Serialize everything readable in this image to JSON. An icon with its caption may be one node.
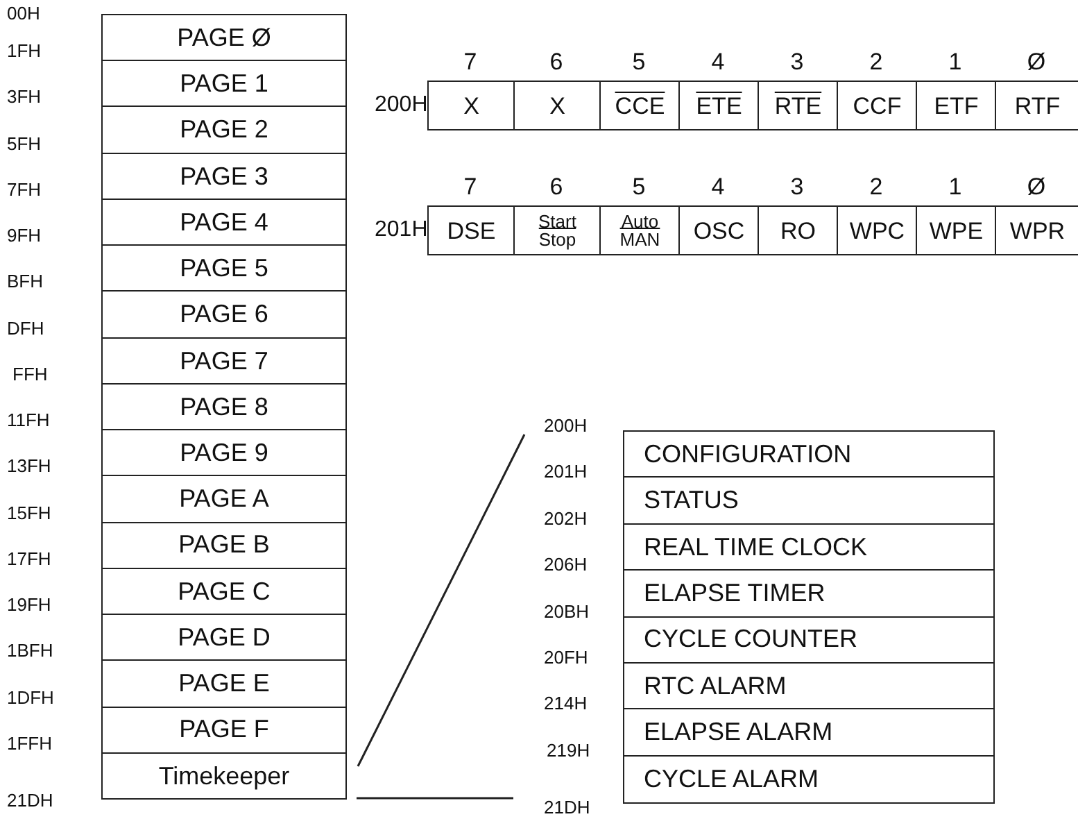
{
  "diagram": {
    "nodes": [
      {
        "text": [
          "PAGE Ø"
        ]
      },
      {
        "text": [
          "PAGE 1"
        ]
      },
      {
        "text": [
          "PAGE 2"
        ]
      },
      {
        "text": [
          "PAGE 3"
        ]
      },
      {
        "text": [
          "PAGE 4"
        ]
      },
      {
        "text": [
          "PAGE 5"
        ]
      },
      {
        "text": [
          "PAGE 6"
        ]
      },
      {
        "text": [
          "PAGE 7"
        ]
      },
      {
        "text": [
          "PAGE 8"
        ]
      },
      {
        "text": [
          "PAGE 9"
        ]
      },
      {
        "text": [
          "PAGE A"
        ]
      },
      {
        "text": [
          "PAGE B"
        ]
      },
      {
        "text": [
          "PAGE C"
        ]
      },
      {
        "text": [
          "PAGE D"
        ]
      },
      {
        "text": [
          "PAGE E"
        ]
      },
      {
        "text": [
          "PAGE F"
        ]
      },
      {
        "text": [
          "Timekeeper"
        ]
      },
      {
        "text": [
          "CONFIGURATION"
        ]
      },
      {
        "text": [
          "STATUS"
        ]
      },
      {
        "text": [
          "REAL TIME CLOCK"
        ]
      },
      {
        "text": [
          "ELAPSE TIMER"
        ]
      },
      {
        "text": [
          "CYCLE COUNTER"
        ]
      },
      {
        "text": [
          "RTC ALARM"
        ]
      },
      {
        "text": [
          "ELAPSE ALARM"
        ]
      },
      {
        "text": [
          "CYCLE ALARM"
        ]
      }
    ],
    "labels": [
      "00H",
      "1FH",
      "3FH",
      "5FH",
      "7FH",
      "9FH",
      "BFH",
      "DFH",
      "FFH",
      "11FH",
      "13FH",
      "15FH",
      "17FH",
      "19FH",
      "1BFH",
      "1DFH",
      "1FFH",
      "21DH",
      "7",
      "6",
      "5",
      "4",
      "3",
      "2",
      "1",
      "Ø",
      "200H",
      "X",
      "X",
      "CCE",
      "ETE",
      "RTE",
      "CCF",
      "ETF",
      "RTF",
      "7",
      "6",
      "5",
      "4",
      "3",
      "2",
      "1",
      "Ø",
      "201H",
      "DSE",
      "Start",
      "Stop",
      "Auto",
      "MAN",
      "OSC",
      "RO",
      "WPC",
      "WPE",
      "WPR",
      "200H",
      "201H",
      "202H",
      "206H",
      "20BH",
      "20FH",
      "214H",
      "219H",
      "21DH"
    ]
  }
}
